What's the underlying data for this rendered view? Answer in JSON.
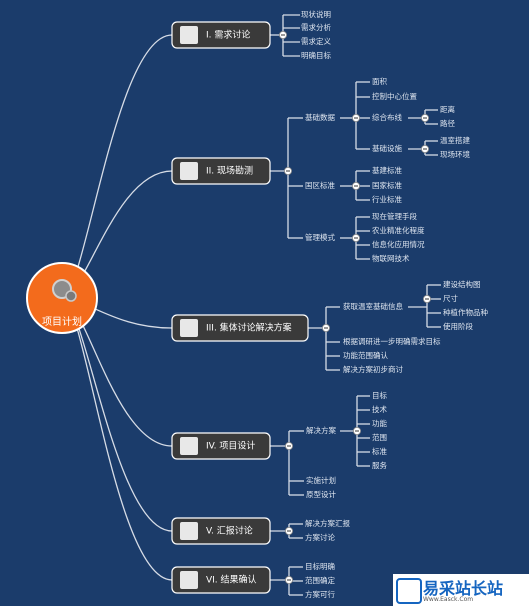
{
  "colors": {
    "background": "#1b3c6b",
    "branch_box": "#3a3a3a",
    "center": "#f36b1c",
    "line": "#d6dce6",
    "label": "#dfe6f0"
  },
  "center": {
    "label": "项目计划",
    "icon": "gears-icon"
  },
  "branches": [
    {
      "label": "I. 需求讨论",
      "icon": "memo-icon",
      "children": [
        "现状说明",
        "需求分析",
        "需求定义",
        "明确目标"
      ]
    },
    {
      "label": "II. 现场勘测",
      "icon": "lightbulb-icon",
      "children": [
        {
          "label": "基础数据",
          "children": [
            "面积",
            "控制中心位置",
            {
              "label": "综合布线",
              "children": [
                "距离",
                "路径"
              ]
            },
            {
              "label": "基础设施",
              "children": [
                "温室搭建",
                "现场环境"
              ]
            }
          ]
        },
        {
          "label": "国区标准",
          "children": [
            "基建标准",
            "国家标准",
            "行业标准"
          ]
        },
        {
          "label": "管理模式",
          "children": [
            "现在管理手段",
            "农业精准化程度",
            "信息化应用情况",
            "物联网技术"
          ]
        }
      ]
    },
    {
      "label": "III. 集体讨论解决方案",
      "icon": "magnifier-icon",
      "children": [
        {
          "label": "获取温室基础信息",
          "children": [
            "建设结构图",
            "尺寸",
            "种植作物品种",
            "使用阶段"
          ]
        },
        "根据调研进一步明确需求目标",
        "功能范围确认",
        "解决方案初步商讨"
      ]
    },
    {
      "label": "IV. 项目设计",
      "icon": "design-icon",
      "children": [
        {
          "label": "解决方案",
          "children": [
            "目标",
            "技术",
            "功能",
            "范围",
            "标准",
            "服务"
          ]
        },
        "实施计划",
        "原型设计"
      ]
    },
    {
      "label": "V. 汇报讨论",
      "icon": "traffic-light-icon",
      "children": [
        "解决方案汇报",
        "方案讨论"
      ]
    },
    {
      "label": "VI. 结果确认",
      "icon": "gear-icon",
      "children": [
        "目标明确",
        "范围确定",
        "方案可行"
      ]
    }
  ],
  "watermark": {
    "title": "易采站长站",
    "subtitle": "Www.Easck.Com"
  }
}
